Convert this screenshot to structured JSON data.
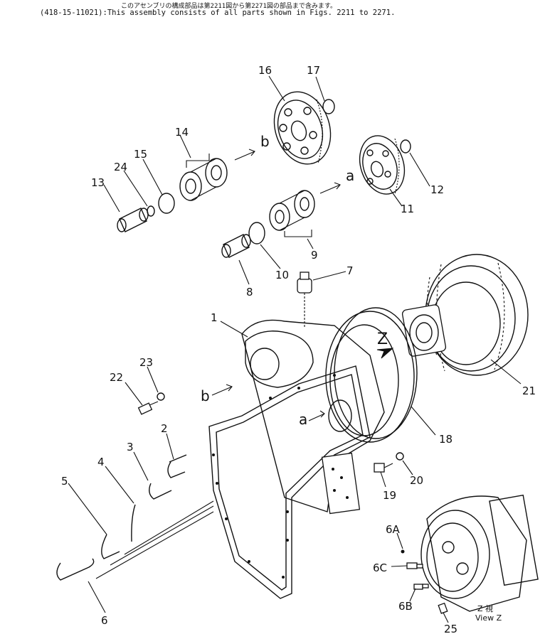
{
  "header": {
    "japanese_note": "このアセンブリの構成部品は第2211図から第2271図の部品まで含みます。",
    "assembly_note": "(418-15-11021):This assembly consists of all parts shown in Figs. 2211 to 2271."
  },
  "callouts": {
    "c1": "1",
    "c2": "2",
    "c3": "3",
    "c4": "4",
    "c5": "5",
    "c6": "6",
    "c6A": "6A",
    "c6B": "6B",
    "c6C": "6C",
    "c7": "7",
    "c8": "8",
    "c9": "9",
    "c10": "10",
    "c11": "11",
    "c12": "12",
    "c13": "13",
    "c14": "14",
    "c15": "15",
    "c16": "16",
    "c17": "17",
    "c18": "18",
    "c19": "19",
    "c20": "20",
    "c21": "21",
    "c22": "22",
    "c23": "23",
    "c24": "24",
    "c25": "25"
  },
  "refs": {
    "a_top": "a",
    "b_top": "b",
    "a_body": "a",
    "b_body": "b",
    "z_arrow": "Z"
  },
  "view_label": {
    "jp": "Z 視",
    "en": "View Z"
  }
}
